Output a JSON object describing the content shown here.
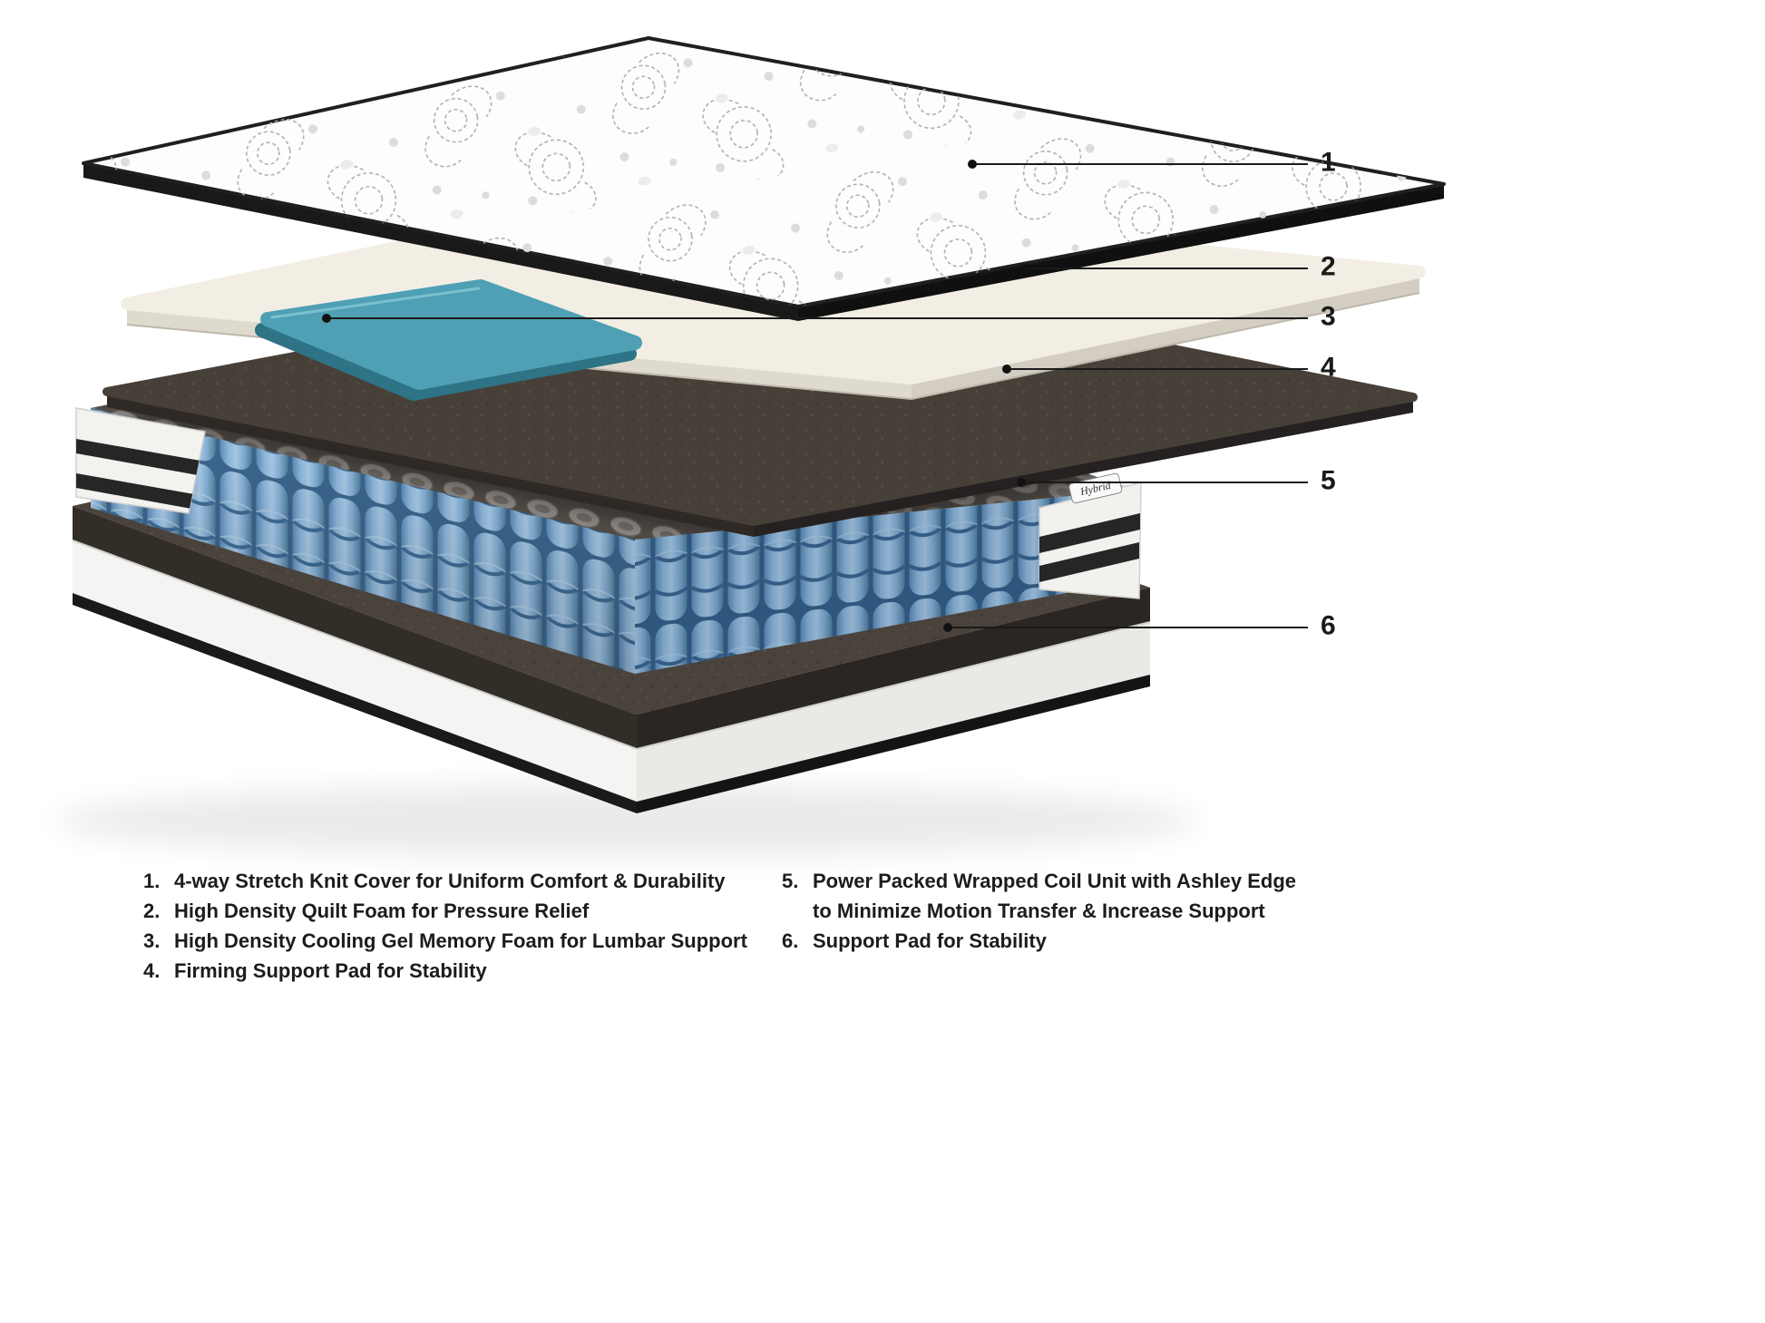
{
  "diagram": {
    "type": "mattress-exploded-view",
    "brand_tag": "Hybrid",
    "callouts": [
      {
        "num": "1"
      },
      {
        "num": "2"
      },
      {
        "num": "3"
      },
      {
        "num": "4"
      },
      {
        "num": "5"
      },
      {
        "num": "6"
      }
    ],
    "colors": {
      "gel_pad_teal": "#4FA0B4",
      "coil_blue": "#8AB6DC",
      "support_pad_dark": "#46403A",
      "cover_white": "#FDFDFD",
      "line_black": "#1A1A1A"
    }
  },
  "legend": {
    "left": [
      {
        "num": "1.",
        "text": "4-way Stretch Knit Cover for Uniform Comfort & Durability"
      },
      {
        "num": "2.",
        "text": "High Density Quilt Foam for Pressure Relief"
      },
      {
        "num": "3.",
        "text": "High Density Cooling Gel Memory Foam for Lumbar Support"
      },
      {
        "num": "4.",
        "text": "Firming Support Pad for Stability"
      }
    ],
    "right": [
      {
        "num": "5.",
        "text": "Power Packed Wrapped Coil Unit with Ashley Edge\nto Minimize Motion Transfer & Increase Support"
      },
      {
        "num": "6.",
        "text": "Support Pad for Stability"
      }
    ]
  }
}
